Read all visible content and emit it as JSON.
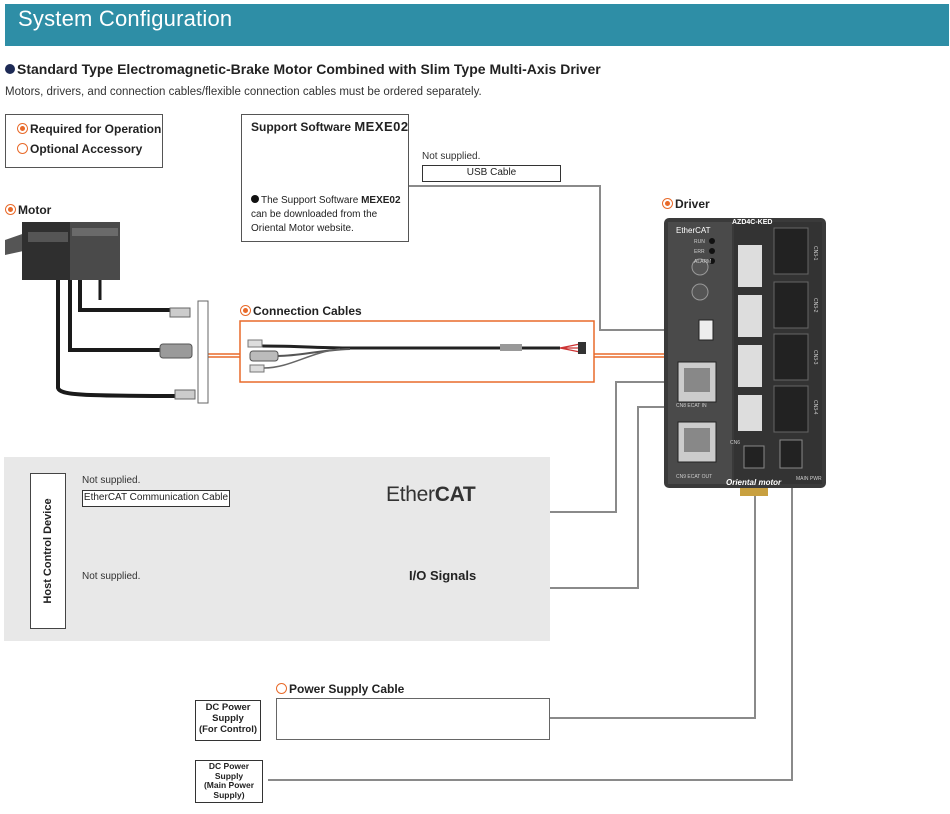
{
  "header": {
    "title": "System Configuration"
  },
  "subtitle": "Standard Type Electromagnetic-Brake Motor Combined with Slim Type Multi-Axis Driver",
  "note": "Motors, drivers, and connection cables/flexible connection cables must be ordered separately.",
  "legend": {
    "required": "Required for Operation",
    "optional": "Optional Accessory"
  },
  "support_software": {
    "title_prefix": "Support Software ",
    "title_name": "MEXE02",
    "desc_prefix": "The Support Software ",
    "desc_name": "MEXE02",
    "desc_suffix": " can be downloaded from the Oriental Motor website."
  },
  "usb": {
    "not_supplied": "Not supplied.",
    "label": "USB Cable"
  },
  "motor": {
    "label": "Motor"
  },
  "driver": {
    "label": "Driver",
    "model": "AZD4C-KED",
    "brand": "EtherCAT",
    "leds": [
      "RUN",
      "ERR",
      "ALARM"
    ],
    "ports": [
      "CN8 ECAT IN",
      "CN9 ECAT OUT"
    ],
    "cn_labels": [
      "CN3-1",
      "CN3-2",
      "CN3-3",
      "CN3-4"
    ],
    "bottom_left": "CN6",
    "bottom_right": "MAIN PWR",
    "footer": "Oriental motor"
  },
  "connection_cables": {
    "label": "Connection Cables"
  },
  "host": {
    "label": "Host Control Device"
  },
  "ethercat_cable": {
    "not_supplied": "Not supplied.",
    "label": "EtherCAT Communication Cable"
  },
  "ethercat_logo": {
    "prefix": "Ether",
    "suffix": "CAT"
  },
  "io": {
    "not_supplied": "Not supplied.",
    "label": "I/O Signals"
  },
  "power_supply_cable": {
    "label": "Power Supply Cable"
  },
  "dc_control": {
    "line1": "DC Power",
    "line2": "Supply",
    "line3": "(For Control)"
  },
  "dc_main": {
    "line1": "DC Power",
    "line2": "Supply",
    "line3": "(Main Power",
    "line4": "Supply)"
  },
  "colors": {
    "banner": "#2e8ea6",
    "accent": "#e86a2a",
    "line": "#8a8a8a",
    "panel": "#e8e8e8",
    "driver": "#3a3a3a"
  },
  "icons": [
    "required-dot-icon",
    "optional-circle-icon",
    "laptop-icon",
    "motor-icon",
    "driver-icon",
    "ethercat-arrow-icon"
  ]
}
